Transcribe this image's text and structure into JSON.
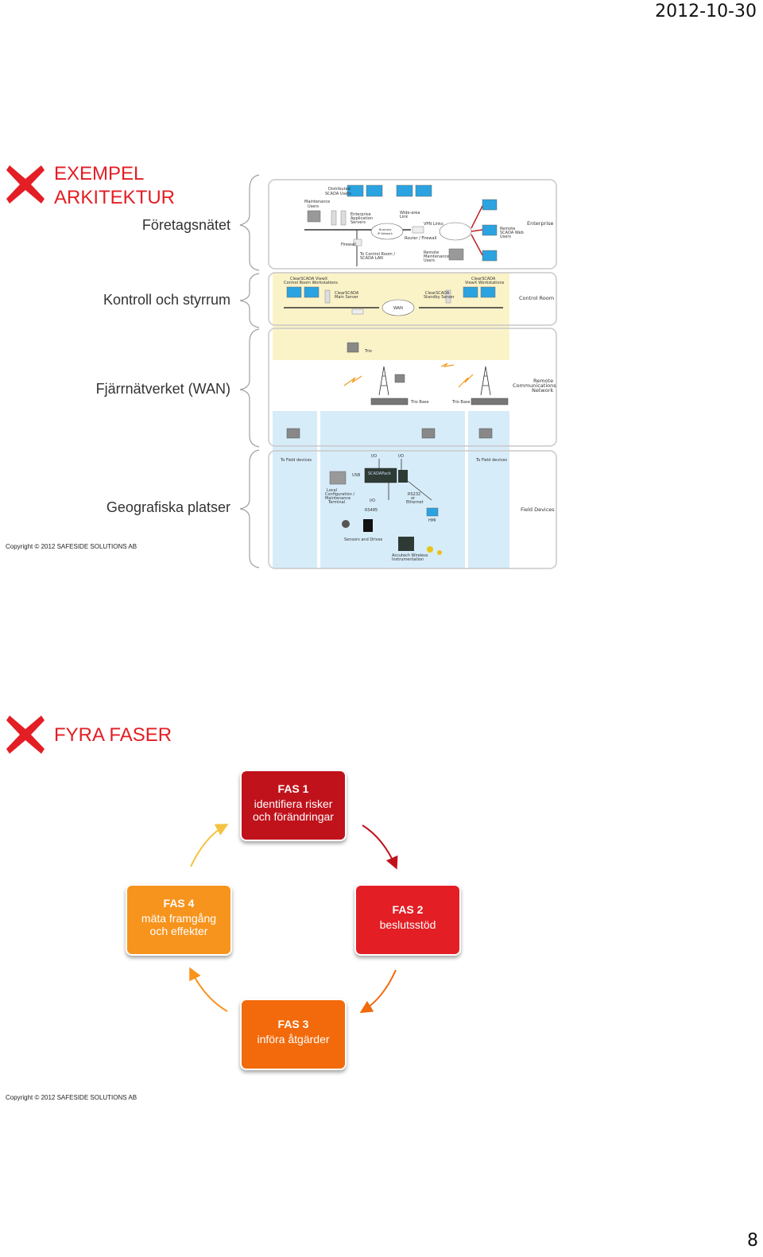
{
  "header": {
    "date": "2012-10-30"
  },
  "slide1": {
    "title_line1": "EXEMPEL",
    "title_line2": "ARKITEKTUR",
    "rows": [
      "Företagsnätet",
      "Kontroll och styrrum",
      "Fjärrnätverket (WAN)",
      "Geografiska platser"
    ],
    "diagram": {
      "enterprise": {
        "label": "Enterprise",
        "texts": [
          "Distributed SCADA Users",
          "Maintenance Users",
          "Enterprise Application Servers",
          "Wide-area Link",
          "Business IP Network",
          "VPN Links",
          "Router / Firewall",
          "Remote SCADA Web Users",
          "Firewall",
          "To Control Room / SCADA LAN",
          "Remote Maintenance Users"
        ]
      },
      "control_room": {
        "label": "Control Room",
        "texts": [
          "ClearSCADA ViewX Control Room Workstations",
          "ClearSCADA Main Server",
          "WAN",
          "ClearSCADA Standby Server",
          "ClearSCADA ViewX Workstations"
        ]
      },
      "remote_network": {
        "label": "Remote Communications Network",
        "texts": [
          "Trio",
          "Trio Base",
          "Trio Base"
        ]
      },
      "field": {
        "label": "Field Devices",
        "texts": [
          "To Field devices",
          "To Field devices",
          "I/O",
          "I/O",
          "USB",
          "SCADAPack",
          "Local Configuration / Maintenance Terminal",
          "I/O",
          "RS232 or Ethernet",
          "HMI",
          "RS485",
          "Sensors and Drives",
          "Accutech Wireless Instrumentation"
        ]
      }
    },
    "copyright": "Copyright © 2012 SAFESIDE SOLUTIONS AB"
  },
  "slide2": {
    "title": "FYRA FASER",
    "phases": [
      {
        "title": "FAS 1",
        "text": "identifiera risker\noch förändringar",
        "color": "#c0121b"
      },
      {
        "title": "FAS 2",
        "text": "beslutsstöd",
        "color": "#e31e24"
      },
      {
        "title": "FAS 3",
        "text": "införa åtgärder",
        "color": "#f26a0b"
      },
      {
        "title": "FAS 4",
        "text": "mäta framgång\noch effekter",
        "color": "#f7941d"
      }
    ],
    "copyright": "Copyright © 2012 SAFESIDE SOLUTIONS AB"
  },
  "footer": {
    "page_number": "8"
  },
  "colors": {
    "accent": "#e31e24",
    "yellow_zone": "#fbf3c8",
    "blue_zone": "#d7ecf9"
  }
}
